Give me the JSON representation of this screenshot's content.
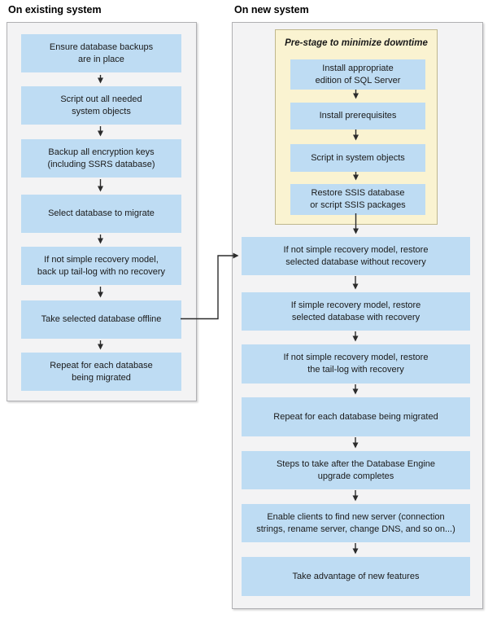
{
  "colors": {
    "step_fill": "#bedcf3",
    "panel_fill": "#f3f3f4",
    "panel_border": "#b0b0b3",
    "prestage_fill": "#faf3d1",
    "prestage_border": "#bfb78d",
    "arrow": "#2b2b2b",
    "text": "#1a1a1a"
  },
  "existing_system": {
    "title": "On existing system",
    "steps": [
      [
        "Ensure database backups",
        "are in place"
      ],
      [
        "Script out all needed",
        "system objects"
      ],
      [
        "Backup all encryption keys",
        "(including SSRS database)"
      ],
      "Select database to migrate",
      [
        "If not simple recovery model,",
        "back up tail-log with no recovery"
      ],
      "Take selected database offline",
      [
        "Repeat for each database",
        "being migrated"
      ]
    ]
  },
  "new_system": {
    "title": "On new system",
    "prestage": {
      "title": "Pre-stage to minimize downtime",
      "steps": [
        [
          "Install appropriate",
          "edition of SQL Server"
        ],
        "Install prerequisites",
        "Script in system objects",
        [
          "Restore SSIS database",
          "or script SSIS packages"
        ]
      ]
    },
    "steps": [
      [
        "If not simple recovery model, restore",
        "selected database without recovery"
      ],
      [
        "If simple recovery model, restore",
        "selected database with recovery"
      ],
      [
        "If not simple recovery model, restore",
        "the tail-log with recovery"
      ],
      "Repeat for each database being migrated",
      [
        "Steps to take after the Database Engine",
        "upgrade completes"
      ],
      [
        "Enable clients to find new server (connection",
        "strings, rename server, change DNS, and so on...)"
      ],
      "Take advantage of new features"
    ]
  }
}
